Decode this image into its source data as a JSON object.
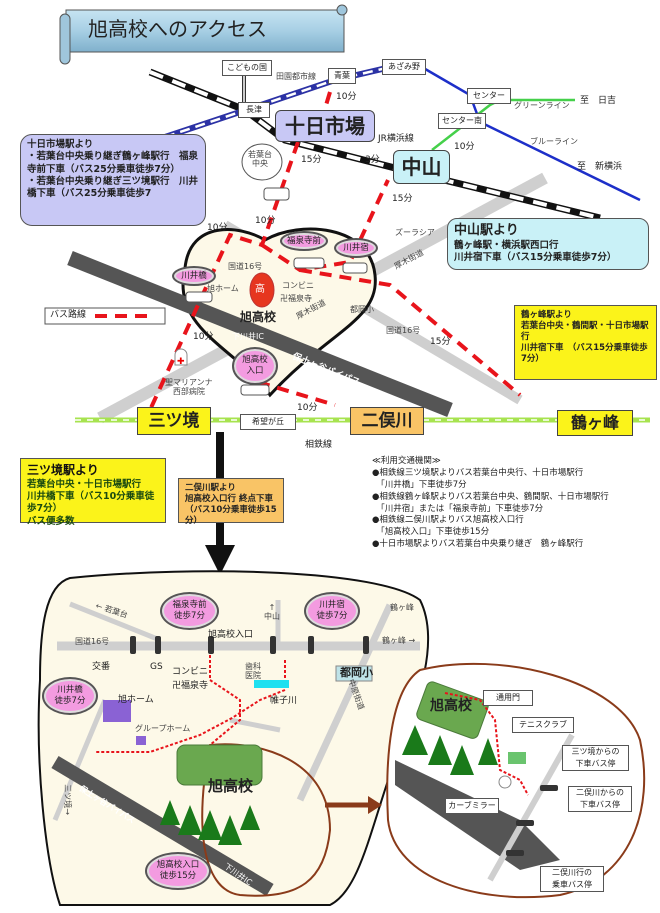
{
  "title": "旭高校へのアクセス",
  "stations": {
    "kodomonokuni": "こどもの国",
    "nagatsu": "長津",
    "aoba": "青葉",
    "azamino": "あざみ野",
    "center": "センター",
    "center_minami": "センター南",
    "tokaichiba": "十日市場",
    "nakayama": "中山",
    "mitsukyo": "三ツ境",
    "futamatagawa": "二俣川",
    "tsurugamine": "鶴ヶ峰",
    "kibougaoka": "希望が丘"
  },
  "lines": {
    "denentoshi": "田園都市線",
    "jr": "JR横浜線",
    "green": "グリーンライン",
    "blue": "ブルーライン",
    "sotetsu": "相鉄線"
  },
  "destinations": {
    "hiyoshi": "至　日吉",
    "shinyokohama": "至　新横浜"
  },
  "times": {
    "aoba_tokaichiba": "10分",
    "tokaichiba_nakayama": "3分",
    "center_nakayama": "10分",
    "tokaichiba_bus": "15分",
    "nakayama_bus": "15分",
    "wakaba_down1": "10分",
    "wakaba_down2": "10分",
    "mitsukyo_bus": "10分",
    "futamata_bus": "10分",
    "tsuru_bus": "15分"
  },
  "callouts": {
    "tokaichiba": {
      "title": "十日市場駅より",
      "lines": [
        "・若葉台中央乗り継ぎ鶴ヶ峰駅行　福泉寺前下車（バス25分乗車徒歩7分）",
        "・若葉台中央乗り継ぎ三ツ境駅行　川井橋下車（バス25分乗車徒歩7"
      ]
    },
    "nakayama": {
      "title": "中山駅より",
      "lines": [
        "鶴ヶ峰駅・横浜駅西口行",
        "川井宿下車（バス15分乗車徒歩7分）"
      ]
    },
    "tsurugamine": {
      "title": "鶴ヶ峰駅より",
      "lines": [
        "若葉台中央・鶴間駅・十日市場駅行",
        "川井宿下車　（バス15分乗車徒歩7分）"
      ]
    },
    "mitsukyo": {
      "title": "三ツ境駅より",
      "lines": [
        "若葉台中央・十日市場駅行",
        "川井橋下車（バス10分乗車徒歩7分）",
        "バス便多数"
      ]
    },
    "futamatagawa": {
      "title": "二俣川駅より",
      "lines": [
        "旭高校入口行 終点下車",
        "（バス10分乗車徒歩15分）"
      ]
    }
  },
  "map": {
    "wakabadai": "若葉台\n中央",
    "bus": "バス",
    "stop_fukusenji": "福泉寺前",
    "stop_kawaijuku": "川井宿",
    "stop_kawaibashi": "川井橋",
    "stop_asahi_iriguchi": "旭高校\n入口",
    "route16": "国道16号",
    "route16b": "国道16号",
    "atsugi1": "厚木街道",
    "atsugi2": "厚木街道",
    "asahi_home": "旭ホーム",
    "konbini": "コンビニ",
    "fukusenji": "卍福泉寺",
    "school": "旭高校",
    "school_mark": "高",
    "shimokawai_ic": "下川井IC",
    "tsuokasho": "都岡小",
    "bypass": "保土ヶ谷バイパス",
    "hospital": "聖マリアンナ\n西部病院",
    "zoorasia": "ズーラシア",
    "legend": "バス路線"
  },
  "info": {
    "header": "≪利用交通機関≫",
    "items": [
      "●相鉄線三ツ境駅よりバス若葉台中央行、十日市場駅行",
      "　「川井橋」下車徒歩7分",
      "●相鉄線鶴ヶ峰駅よりバス若葉台中央、鶴間駅、十日市場駅行",
      "　「川井宿」または「福泉寺前」下車徒歩7分",
      "●相鉄線二俣川駅よりバス旭高校入口行",
      "　「旭高校入口」下車徒歩15分",
      "●十日市場駅よりバス若葉台中央乗り継ぎ　鶴ヶ峰駅行"
    ]
  },
  "detail": {
    "wakabadai": "← 若葉台",
    "route16": "国道16号",
    "pill_fukusenji": "福泉寺前\n徒歩7分",
    "pill_kawaijuku": "川井宿\n徒歩7分",
    "pill_kawaibashi": "川井橋\n徒歩7分",
    "pill_iriguchi": "旭高校入口\n徒歩15分",
    "asahi_iriguchi": "旭高校入口",
    "nakayama": "↑\n中山",
    "tsurugamine1": "鶴ヶ峰",
    "tsurugamine2": "鶴ヶ峰 →",
    "koban": "交番",
    "gs": "GS",
    "konbini": "コンビニ",
    "fukusenji": "卍福泉寺",
    "dental": "歯科\n医院",
    "asahi_home": "旭ホーム",
    "group_home": "グループホーム",
    "river": "帷子川",
    "nakahara": "中原街道",
    "tsuokasho": "都岡小",
    "school": "旭高校",
    "bypass": "保土ヶ谷バイパス",
    "mitsukyo": "三ツ境→",
    "shimokawai": "下川井IC",
    "gate": "通用門",
    "tennis": "テニスクラブ",
    "mirror": "カーブミラー",
    "stop_from_mitsukyo": "三ツ境からの\n下車バス停",
    "stop_from_futamata": "二俣川からの\n下車バス停",
    "stop_to_futamata": "二俣川行の\n乗車バス停"
  },
  "colors": {
    "lavender": "#c8c8f5",
    "cyan": "#c9f1f7",
    "yellow": "#fbf31a",
    "orange": "#f9c466",
    "pink": "#f39be0",
    "busroute": "#e8141b"
  }
}
